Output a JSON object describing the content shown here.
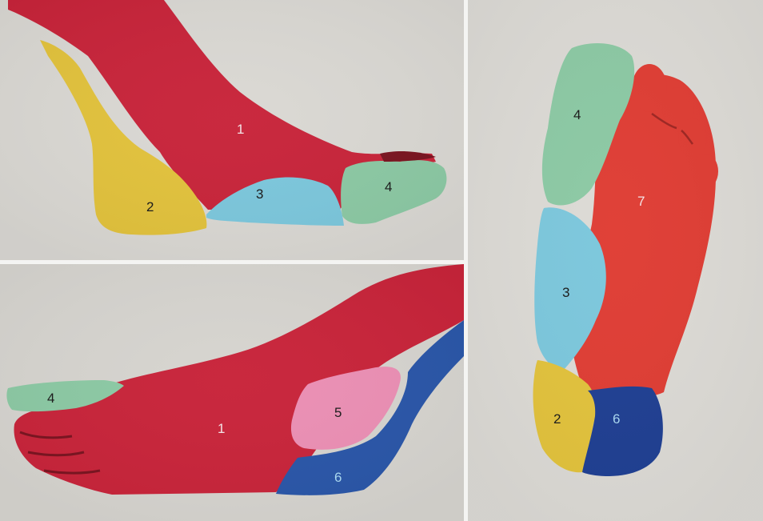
{
  "panels": {
    "top_left": {
      "labels": {
        "z1": "1",
        "z2": "2",
        "z3": "3",
        "z4": "4"
      }
    },
    "bottom_left": {
      "labels": {
        "z1": "1",
        "z4": "4",
        "z5": "5",
        "z6": "6"
      }
    },
    "right": {
      "labels": {
        "z2": "2",
        "z3": "3",
        "z4": "4",
        "z6": "6",
        "z7": "7"
      }
    }
  },
  "colors": {
    "background": "#d9d7d2",
    "divider": "#f4f4f2",
    "zone_red": "#c8243a",
    "zone_yellow": "#e2c23c",
    "zone_light_blue": "#7cc7dc",
    "zone_green": "#8cc9a4",
    "zone_pink": "#eb8fb4",
    "zone_dark_blue": "#2a56a8",
    "zone_orange_red": "#df3d34",
    "label_dark": "#1d1d1d",
    "label_light": "#f3e3e6"
  }
}
